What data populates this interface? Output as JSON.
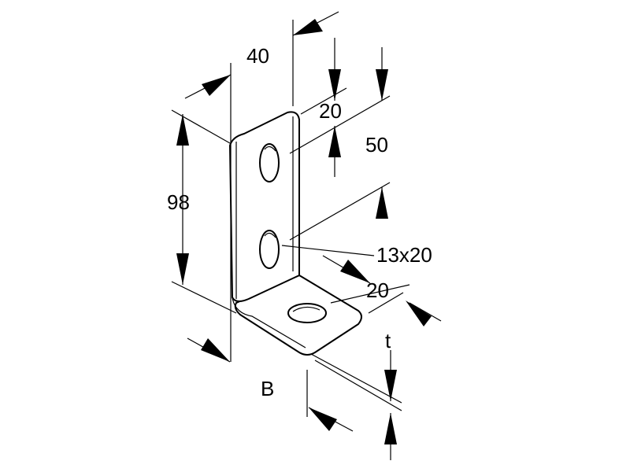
{
  "labels": {
    "width_top": "40",
    "slot_offset": "20",
    "slot_pitch": "50",
    "height": "98",
    "slot_size": "13x20",
    "base_offset": "20",
    "thickness": "t",
    "base_width": "B"
  },
  "colors": {
    "line": "#000000",
    "background": "#ffffff"
  }
}
